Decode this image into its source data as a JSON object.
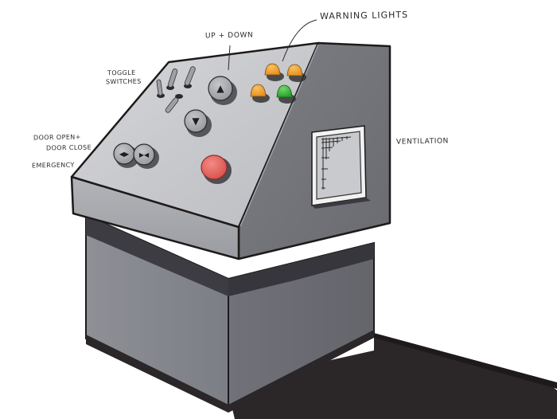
{
  "sketch": {
    "subject": "Control console / operator desk marker sketch",
    "colors": {
      "panel_top": "#c9cacd",
      "panel_top_light": "#d8d9dc",
      "front_lip": "#a4a6ab",
      "side_panel": "#77787d",
      "lower_body_front": "#8a8c92",
      "lower_body_side": "#6d6e74",
      "shadow_band": "#3a3a3f",
      "floor_shadow": "#2b2628",
      "outline": "#1e1a1b",
      "button_gray": "#a9abb0",
      "emergency_red": "#e5645f",
      "warning_orange": "#f0a030",
      "warning_green": "#39b53a"
    }
  },
  "labels": {
    "warning_lights": "Warning Lights",
    "up_down": "Up + Down",
    "toggle_line1": "Toggle",
    "toggle_line2": "Switches",
    "door_line1": "Door open+",
    "door_line2": "Door close",
    "emergency": "Emergency",
    "ventilation": "Ventilation"
  },
  "controls": {
    "toggle_switches": 4,
    "direction_buttons": [
      {
        "name": "up",
        "symbol": "▲"
      },
      {
        "name": "down",
        "symbol": "▼"
      }
    ],
    "door_buttons": [
      {
        "name": "door-open",
        "symbol": "◀▶"
      },
      {
        "name": "door-close",
        "symbol": "▶◀"
      }
    ],
    "emergency_button": {
      "color": "red"
    },
    "warning_lights": [
      {
        "color": "orange"
      },
      {
        "color": "orange"
      },
      {
        "color": "orange"
      },
      {
        "color": "green"
      }
    ]
  }
}
